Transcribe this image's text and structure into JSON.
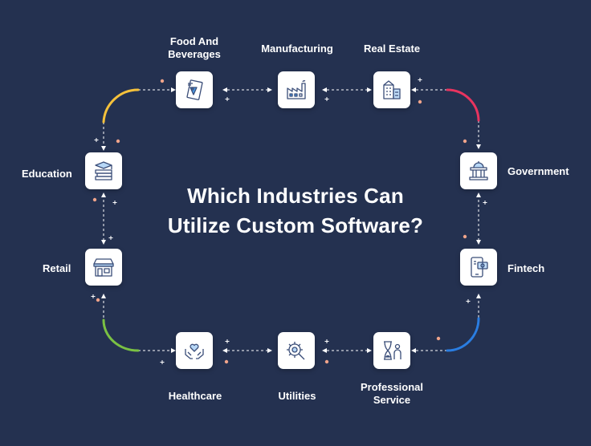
{
  "title": {
    "line1": "Which Industries Can",
    "line2": "Utilize Custom Software?"
  },
  "industries": {
    "food": {
      "line1": "Food And",
      "line2": "Beverages",
      "icon": "food-beverages-icon"
    },
    "manufacturing": {
      "label": "Manufacturing",
      "icon": "factory-icon"
    },
    "real_estate": {
      "label": "Real Estate",
      "icon": "building-icon"
    },
    "government": {
      "label": "Government",
      "icon": "government-building-icon"
    },
    "fintech": {
      "label": "Fintech",
      "icon": "fintech-phone-icon"
    },
    "professional": {
      "line1": "Professional",
      "line2": "Service",
      "icon": "hourglass-person-icon"
    },
    "utilities": {
      "label": "Utilities",
      "icon": "gear-wrench-icon"
    },
    "healthcare": {
      "label": "Healthcare",
      "icon": "heart-hands-icon"
    },
    "retail": {
      "label": "Retail",
      "icon": "storefront-icon"
    },
    "education": {
      "label": "Education",
      "icon": "books-graduation-icon"
    }
  },
  "colors": {
    "background": "#243150",
    "arc_yellow": "#f5c13b",
    "arc_pink": "#e8345f",
    "arc_blue": "#2a7de1",
    "arc_green": "#7ac143",
    "icon_stroke": "#3a4d78",
    "icon_accent": "#4a9be8",
    "dot_orange": "#f0a48a"
  }
}
